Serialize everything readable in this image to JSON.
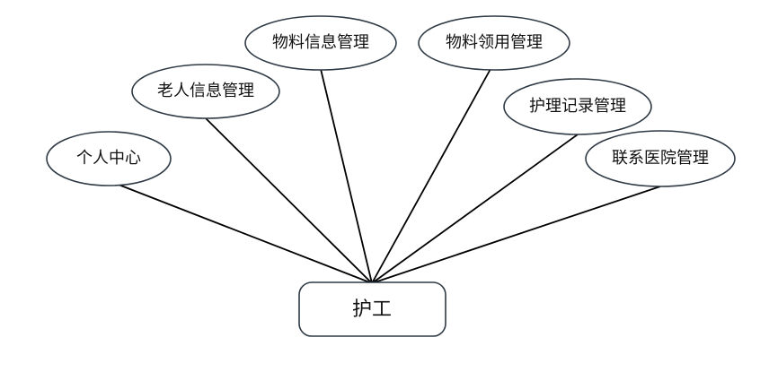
{
  "diagram": {
    "root": {
      "label": "护工"
    },
    "modules": [
      {
        "label": "个人中心"
      },
      {
        "label": "老人信息管理"
      },
      {
        "label": "物料信息管理"
      },
      {
        "label": "物料领用管理"
      },
      {
        "label": "护理记录管理"
      },
      {
        "label": "联系医院管理"
      }
    ]
  }
}
